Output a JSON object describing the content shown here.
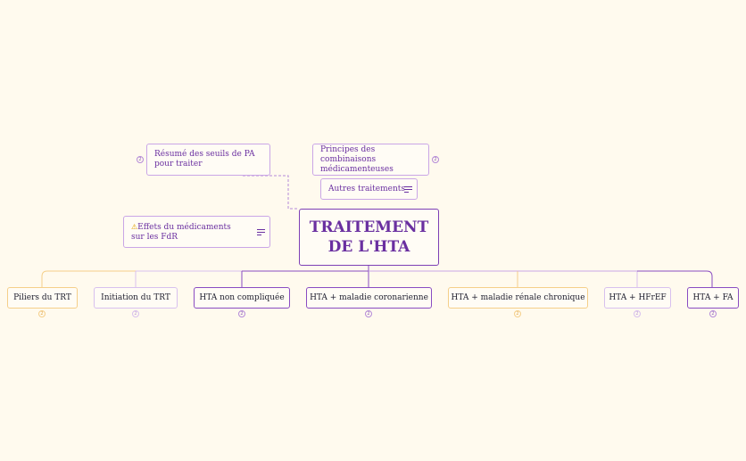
{
  "root": {
    "line1": "TRAITEMENT",
    "line2": "DE L'HTA"
  },
  "top_nodes": {
    "resume": "Résumé des seuils de PA pour traiter",
    "principes": "Principes des combinaisons médicamenteuses",
    "autres": "Autres traitements",
    "effets_icon": "⚠",
    "effets": "Effets du médicaments sur les FdR"
  },
  "branches": [
    {
      "label": "Piliers du TRT",
      "count": "2"
    },
    {
      "label": "Initiation du TRT",
      "count": "2"
    },
    {
      "label": "HTA non compliquée",
      "count": "2"
    },
    {
      "label": "HTA + maladie coronarienne",
      "count": "2"
    },
    {
      "label": "HTA + maladie rénale chronique",
      "count": "2"
    },
    {
      "label": "HTA + HFrEF",
      "count": "2"
    },
    {
      "label": "HTA + FA",
      "count": "2"
    }
  ],
  "side_counts": {
    "resume": "2",
    "principes": "2"
  },
  "colors": {
    "background": "#fffaee",
    "purple": "#7d3fb5",
    "orange": "#f5cf8a",
    "lavender": "#caa6e6"
  }
}
